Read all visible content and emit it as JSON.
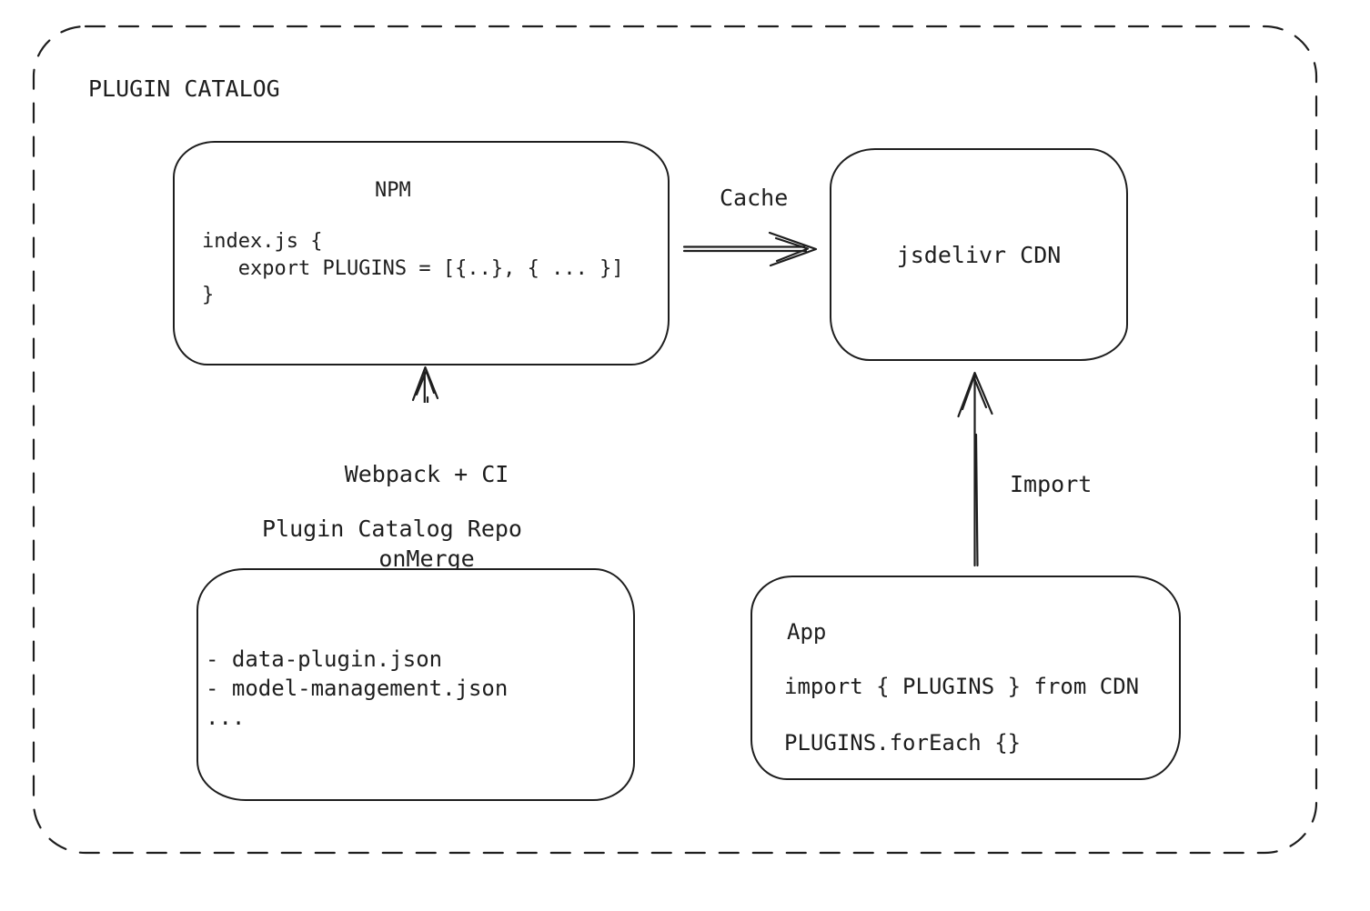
{
  "diagram": {
    "title": "PLUGIN CATALOG",
    "nodes": {
      "npm": {
        "title": "NPM",
        "code_lines": [
          "index.js {",
          "   export PLUGINS = [{..}, { ... }]",
          "}"
        ]
      },
      "cdn": {
        "label": "jsdelivr CDN"
      },
      "repo": {
        "heading": "Plugin Catalog Repo",
        "items": [
          "- data-plugin.json",
          "- model-management.json",
          "..."
        ]
      },
      "app": {
        "title": "App",
        "code_lines": [
          "import { PLUGINS } from CDN",
          "PLUGINS.forEach {}"
        ]
      }
    },
    "edges": {
      "cache": {
        "label": "Cache"
      },
      "merge": {
        "label_line1": "Webpack + CI",
        "label_line2": "onMerge"
      },
      "import": {
        "label": "Import"
      }
    },
    "colors": {
      "stroke": "#1e1e1e",
      "background": "#ffffff"
    }
  }
}
